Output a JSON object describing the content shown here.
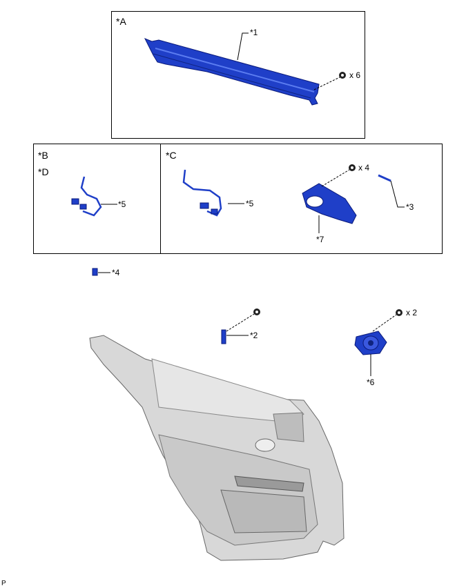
{
  "panels": {
    "A": {
      "label": "*A",
      "part_label": "*1",
      "fastener_qty": "x 6"
    },
    "BD": {
      "label_b": "*B",
      "label_d": "*D",
      "part_label": "*5"
    },
    "C": {
      "label": "*C",
      "harness_label": "*5",
      "bracket_label": "*7",
      "fastener_qty": "x 4",
      "clip_label": "*3"
    }
  },
  "loose_parts": {
    "part4": "*4",
    "part2": "*2",
    "part6": "*6",
    "speaker_fastener_qty": "x 2"
  },
  "footer": {
    "code": "P"
  },
  "colors": {
    "part_blue": "#1f3fc8",
    "trim_gray": "#d4d4d4"
  }
}
